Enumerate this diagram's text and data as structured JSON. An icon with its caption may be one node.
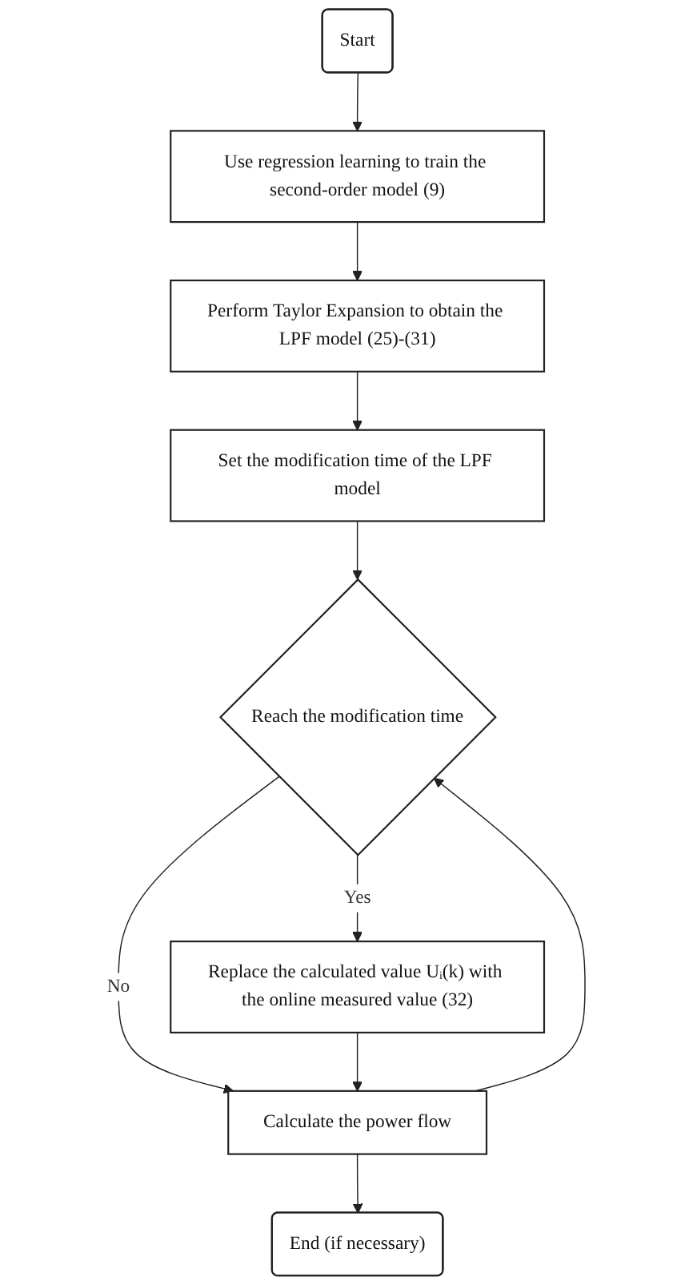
{
  "diagram": {
    "nodes": [
      {
        "text": [
          "Start"
        ]
      },
      {
        "text": [
          "Use regression learning to train the second-order model (9)"
        ]
      },
      {
        "text": [
          "Perform Taylor Expansion to obtain the LPF model (25)-(31)"
        ]
      },
      {
        "text": [
          "Set the modification time of the LPF model"
        ]
      },
      {
        "text": [
          "Reach the modification time"
        ]
      },
      {
        "text": [
          "Replace the calculated value Uᵢ(k) with the online measured value (32)"
        ]
      },
      {
        "text": [
          "Calculate the power flow"
        ]
      },
      {
        "text": [
          "End (if necessary)"
        ]
      }
    ],
    "edges": [
      {
        "from": 0,
        "to": 1,
        "arrow": "to"
      },
      {
        "from": 1,
        "to": 2,
        "arrow": "to"
      },
      {
        "from": 2,
        "to": 3,
        "arrow": "to"
      },
      {
        "from": 3,
        "to": 4,
        "arrow": "to"
      },
      {
        "from": 4,
        "to": 5,
        "label": "Yes",
        "arrow": "to"
      },
      {
        "from": 4,
        "to": 6,
        "label": "No",
        "arrow": "to"
      },
      {
        "from": 5,
        "to": 6,
        "arrow": "to"
      },
      {
        "from": 6,
        "to": 4,
        "arrow": "to"
      },
      {
        "from": 6,
        "to": 7,
        "arrow": "to"
      }
    ]
  }
}
